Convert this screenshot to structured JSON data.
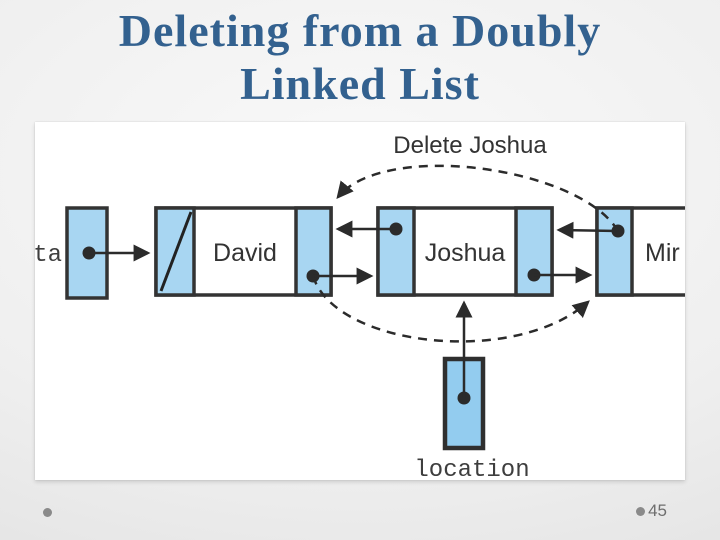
{
  "slide": {
    "title": {
      "line1": "Deleting from a Doubly",
      "line2": "Linked List"
    },
    "page_number": "45"
  },
  "diagram": {
    "caption": "Delete Joshua",
    "list_pointer_label": "ta",
    "location_pointer_label": "location",
    "nodes": [
      {
        "label": "David"
      },
      {
        "label": "Joshua"
      },
      {
        "label": "Mir"
      }
    ],
    "colors": {
      "node_fill": "#A8D6F2",
      "location_fill": "#93CCEF",
      "diagram_stroke": "#333333",
      "arrow_stroke": "#2B2B2B",
      "title_text": "#33618F",
      "footer_text": "#6E6E6E"
    }
  }
}
